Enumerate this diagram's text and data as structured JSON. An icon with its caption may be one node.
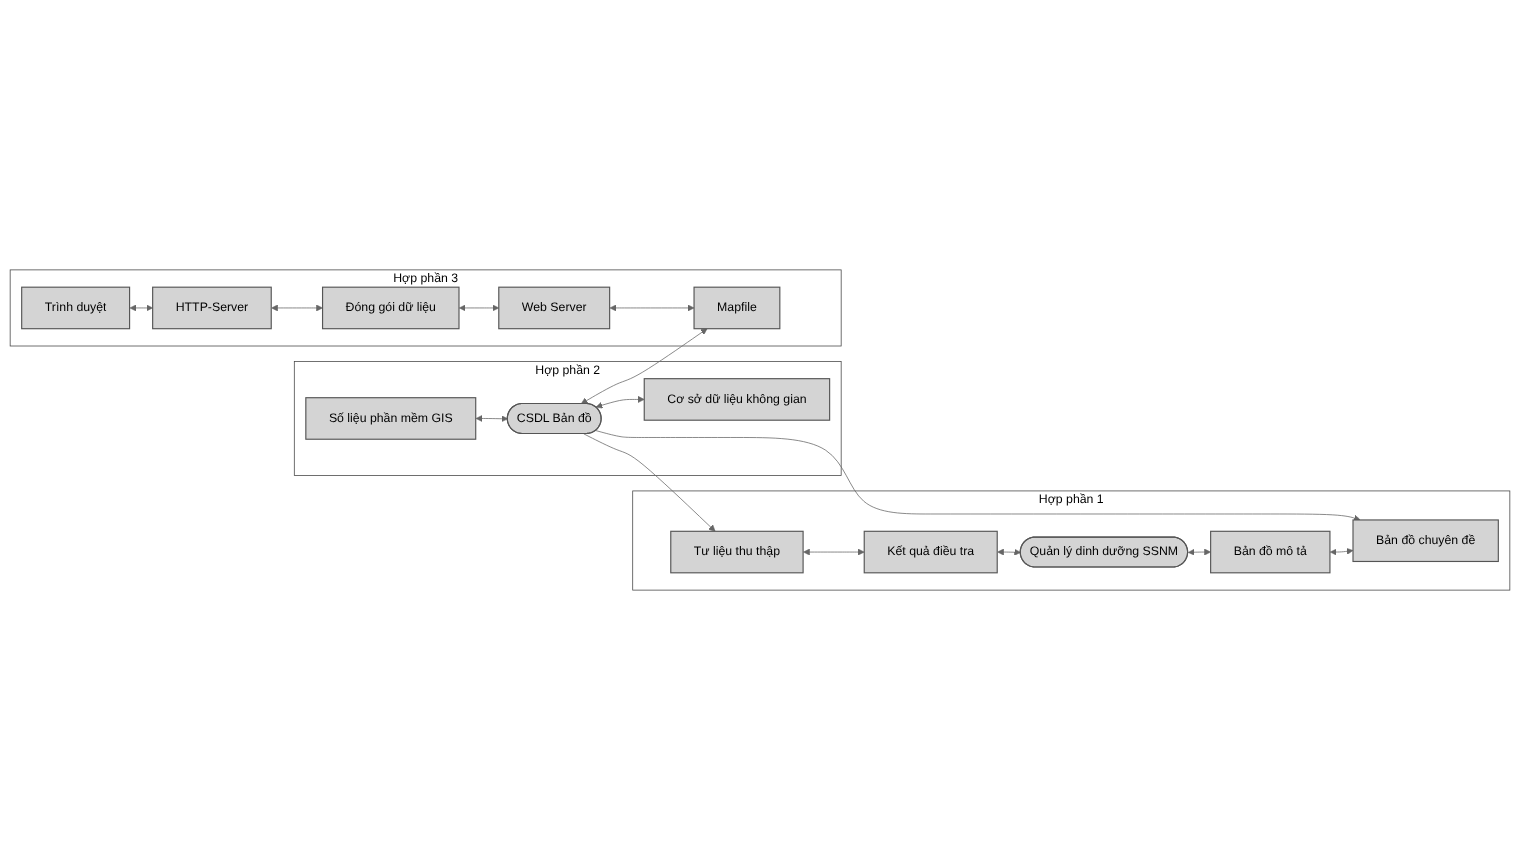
{
  "diagram": {
    "nodes": [
      {
        "text": [
          "Hợp phần 1"
        ]
      },
      {
        "text": [
          "Tư liệu thu thập"
        ],
        "in": 0
      },
      {
        "text": [
          "Kết quả điều tra"
        ],
        "in": 0
      },
      {
        "text": [
          "Quản lý dinh dưỡng SSNM"
        ],
        "in": 0
      },
      {
        "text": [
          "Bản đồ mô tả"
        ],
        "in": 0
      },
      {
        "text": [
          "Bản đồ chuyên đề"
        ],
        "in": 0
      },
      {
        "text": [
          "Hợp phần 2"
        ]
      },
      {
        "text": [
          "Số liệu phần mềm GIS"
        ],
        "in": 6
      },
      {
        "text": [
          "CSDL Bản đồ"
        ],
        "in": 6
      },
      {
        "text": [
          "Cơ sở dữ liệu không gian"
        ],
        "in": 6
      },
      {
        "text": [
          "Hợp phần 3"
        ]
      },
      {
        "text": [
          "Trình duyệt"
        ],
        "in": 10
      },
      {
        "text": [
          "HTTP-Server"
        ],
        "in": 10
      },
      {
        "text": [
          "Đóng gói dữ liệu"
        ],
        "in": 10
      },
      {
        "text": [
          "Web Server"
        ],
        "in": 10
      },
      {
        "text": [
          "Mapfile"
        ],
        "in": 10
      }
    ],
    "edges": [
      {
        "from": 1,
        "to": 2,
        "arrow": "both"
      },
      {
        "from": 2,
        "to": 3,
        "arrow": "both"
      },
      {
        "from": 3,
        "to": 4,
        "arrow": "both"
      },
      {
        "from": 4,
        "to": 5,
        "arrow": "both"
      },
      {
        "from": 8,
        "to": 1,
        "arrow": "to"
      },
      {
        "from": 8,
        "to": 5,
        "arrow": "to"
      },
      {
        "from": 7,
        "to": 8,
        "arrow": "both"
      },
      {
        "from": 8,
        "to": 9,
        "arrow": "both"
      },
      {
        "from": 11,
        "to": 12,
        "arrow": "both"
      },
      {
        "from": 12,
        "to": 13,
        "arrow": "both"
      },
      {
        "from": 13,
        "to": 14,
        "arrow": "both"
      },
      {
        "from": 14,
        "to": 15,
        "arrow": "both"
      },
      {
        "from": 8,
        "to": 15,
        "arrow": "both"
      }
    ]
  }
}
